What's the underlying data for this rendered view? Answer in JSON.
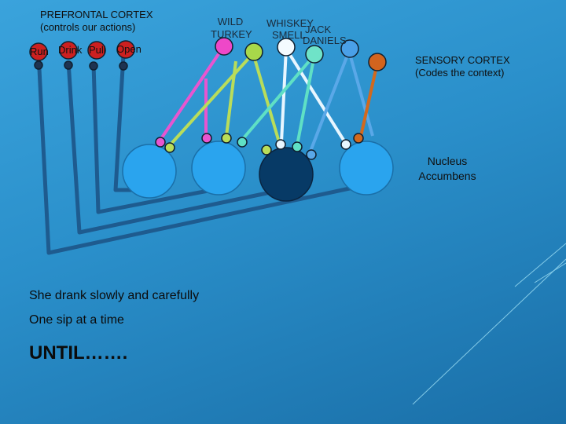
{
  "labels": {
    "prefrontal_title": "PREFRONTAL CORTEX",
    "prefrontal_subtitle": "(controls our actions)",
    "wild": "WILD",
    "turkey": "TURKEY",
    "whiskey": "WHISKEY",
    "jack": "JACK",
    "smell": "SMELL",
    "daniels": "DANIELS",
    "sensory_title": "SENSORY CORTEX",
    "sensory_subtitle": "(Codes the context)",
    "nucleus": "Nucleus",
    "accumbens": "Accumbens"
  },
  "actions": [
    "Run",
    "Drink",
    "Pull",
    "Open"
  ],
  "story": {
    "line1": "She drank slowly and carefully",
    "line2": "One sip at a time",
    "line3": "UNTIL……."
  },
  "colors": {
    "background": "#2a8fca",
    "action_neuron": "#cc2020",
    "motor_line": "#1e5b8f",
    "accumbens_active": "#073a66",
    "accumbens": "#2aa4ee"
  }
}
